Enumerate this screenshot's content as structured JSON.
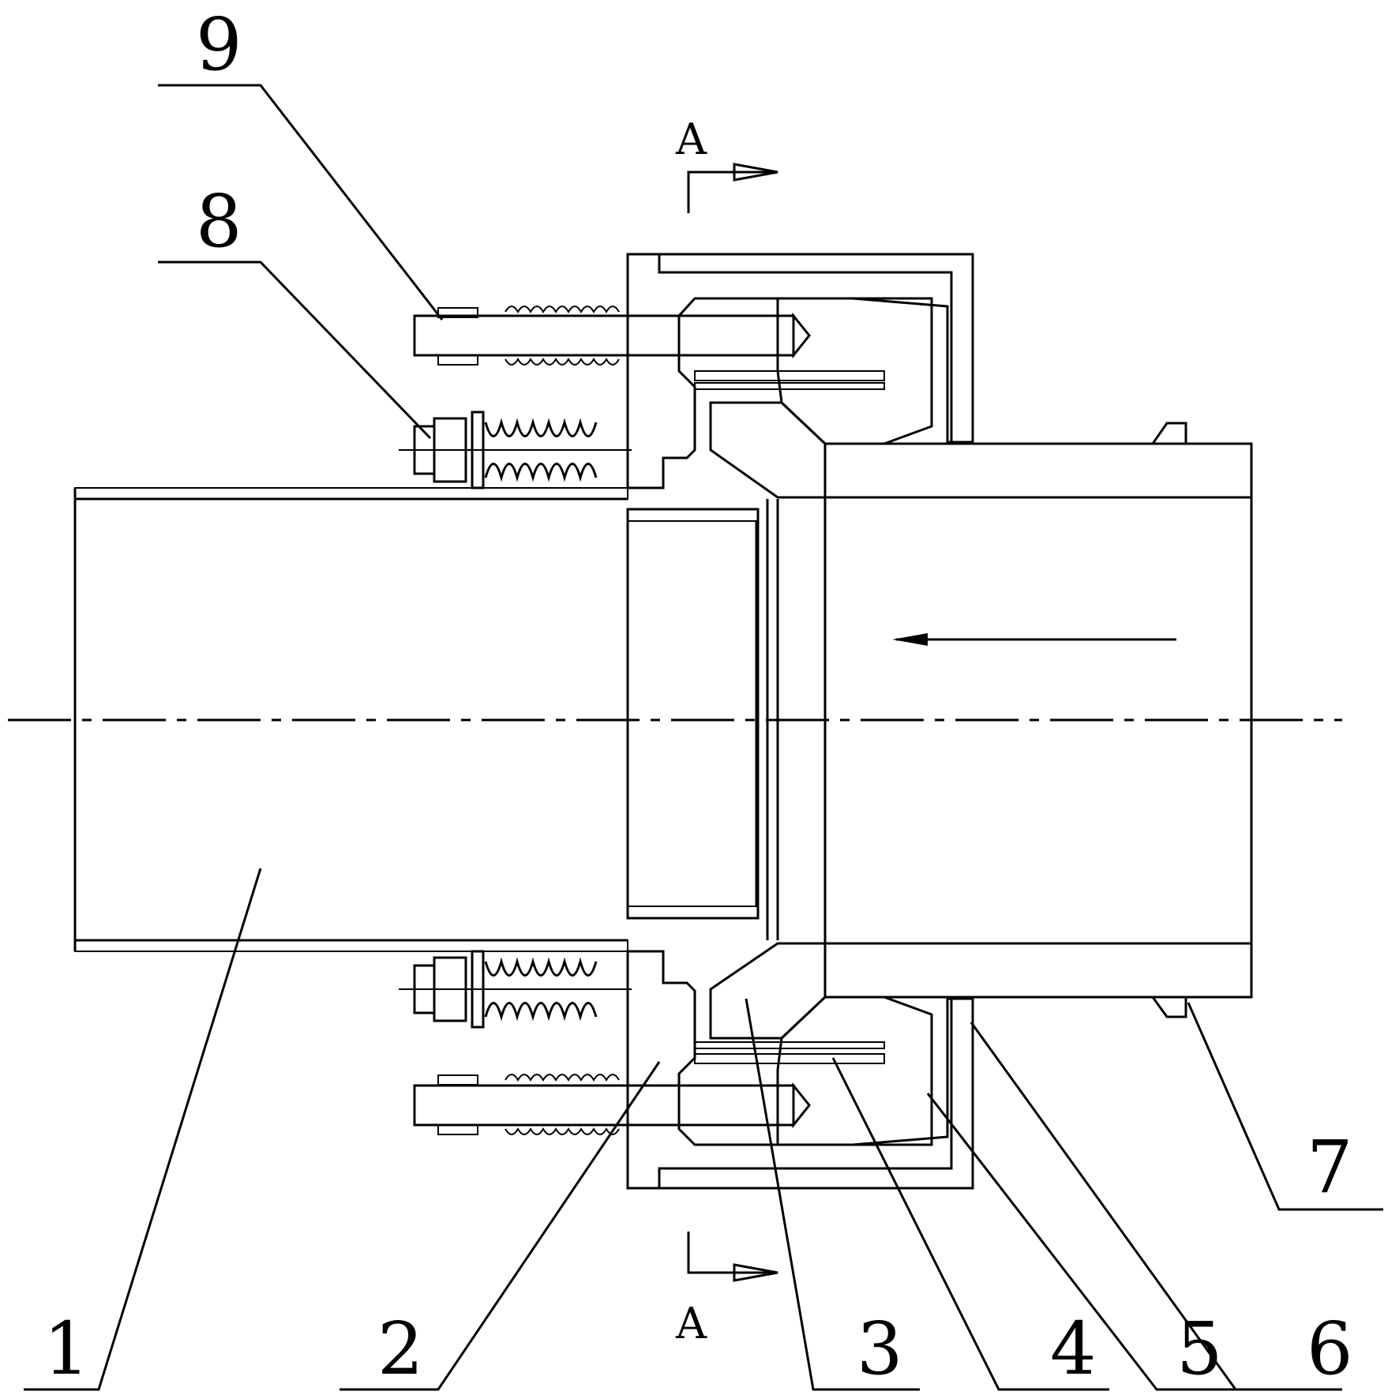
{
  "part_labels": [
    "1",
    "2",
    "3",
    "4",
    "5",
    "6",
    "7",
    "8",
    "9"
  ],
  "section_label_top": "A",
  "section_label_bottom": "A"
}
